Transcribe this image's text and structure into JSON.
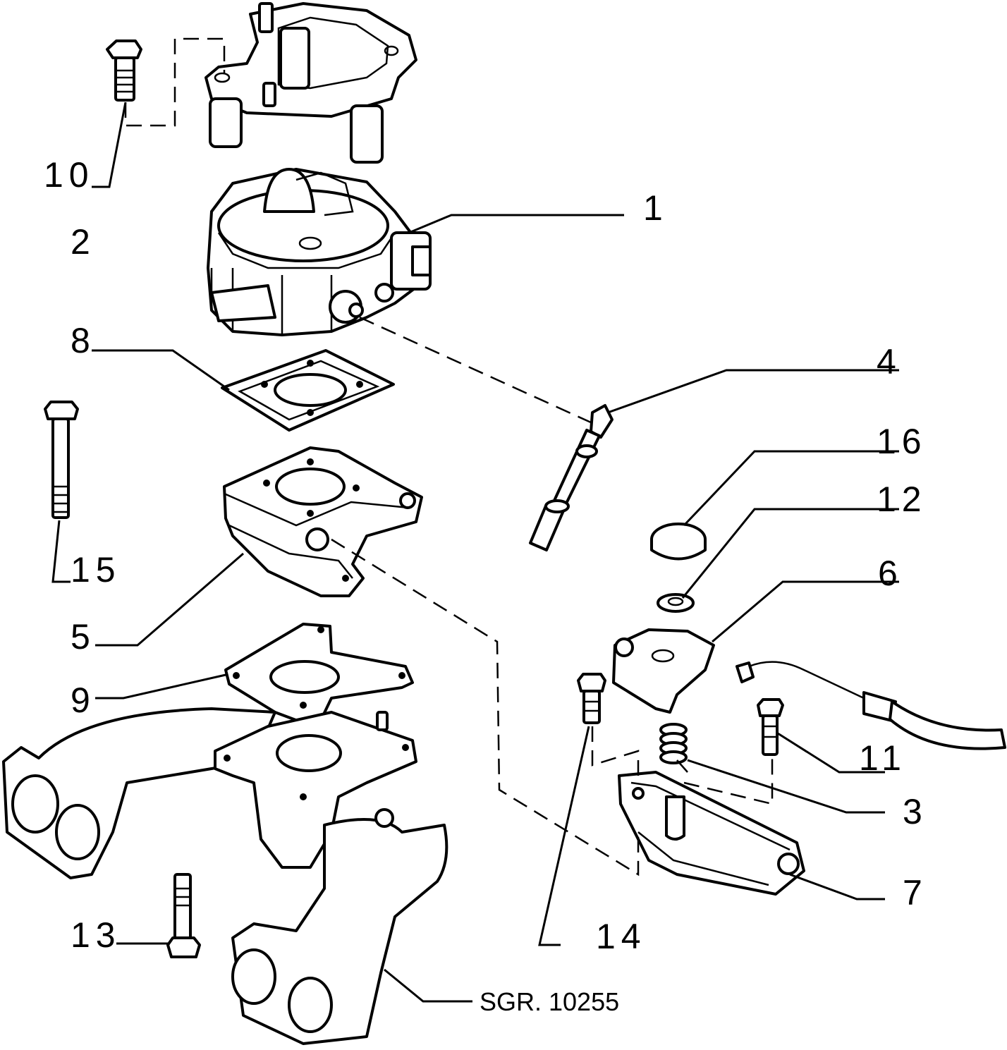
{
  "callouts": {
    "c1": "1",
    "c2": "2",
    "c3": "3",
    "c4": "4",
    "c5": "5",
    "c6": "6",
    "c7": "7",
    "c8": "8",
    "c9": "9",
    "c10": "10",
    "c11": "11",
    "c12": "12",
    "c13": "13",
    "c14": "14",
    "c15": "15",
    "c16": "16"
  },
  "reference": "SGR. 10255"
}
